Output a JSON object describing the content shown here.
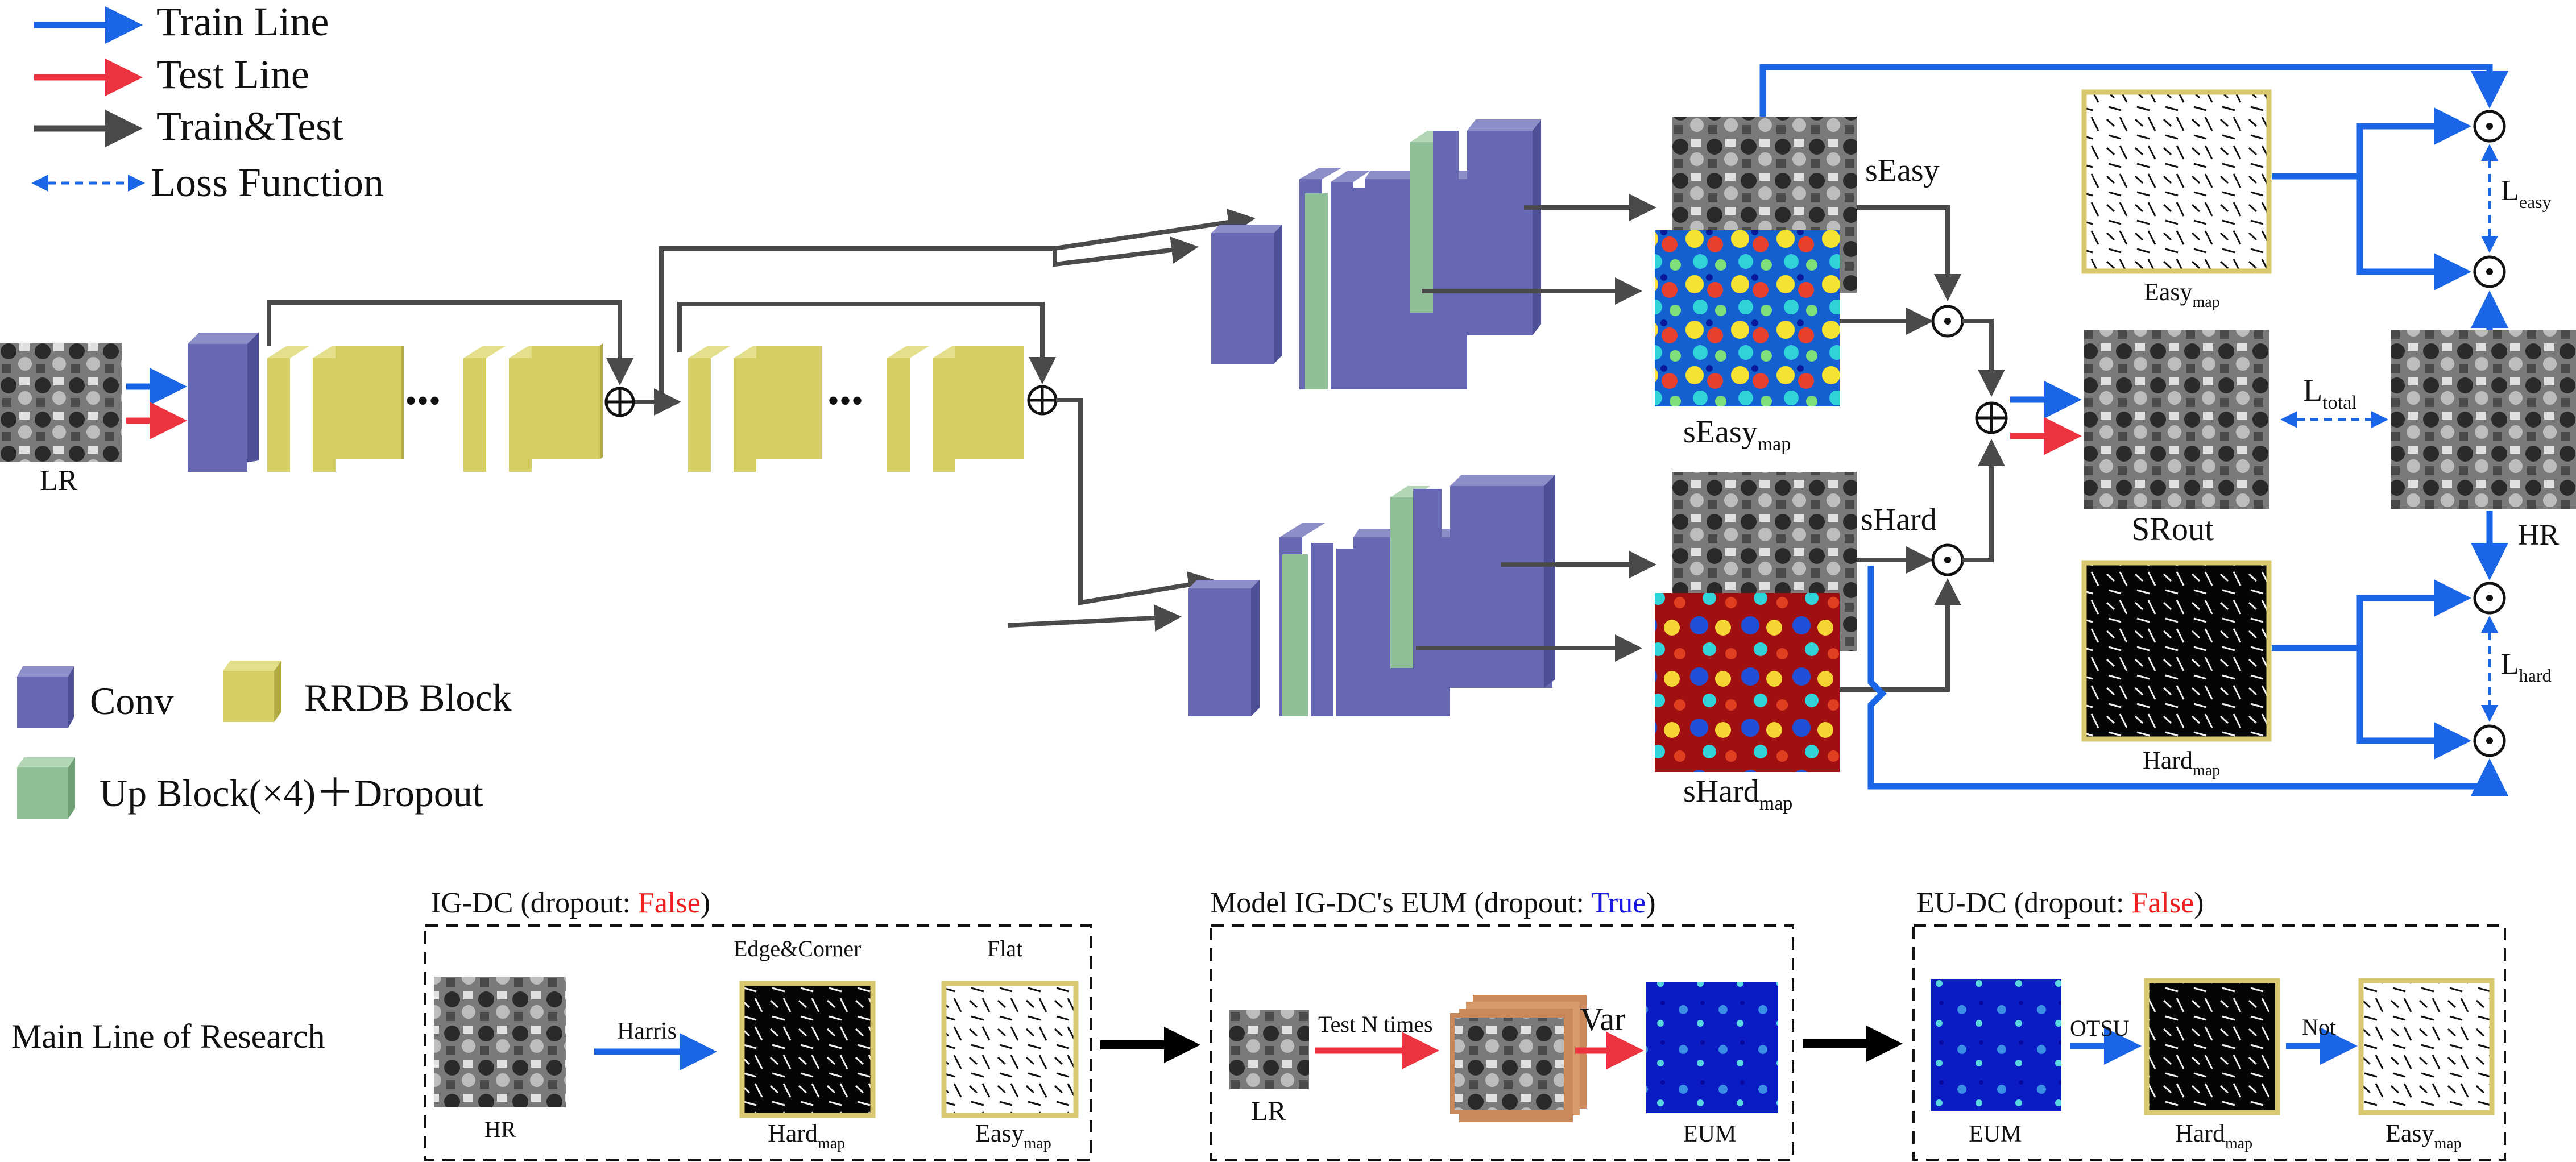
{
  "colors": {
    "train": "#1a66e6",
    "test": "#ee3340",
    "traintest": "#4a4a4a",
    "loss": "#1a66e6",
    "conv": "#6668b3",
    "rrdb": "#d4cd62",
    "upblock": "#8fbf96",
    "map_border": "#d8c870",
    "false_text": "#ee2020",
    "true_text": "#1a1ae0"
  },
  "legend": {
    "train": "Train Line",
    "test": "Test Line",
    "traintest": "Train&Test",
    "loss": "Loss Function",
    "conv": "Conv",
    "rrdb": "RRDB Block",
    "upblock": "Up Block(×4)＋Dropout"
  },
  "labels": {
    "lr": "LR",
    "seasy": "sEasy",
    "seasy_map": "sEasy",
    "seasy_map_sub": "map",
    "shard": "sHard",
    "shard_map": "sHard",
    "shard_map_sub": "map",
    "easy_map": "Easy",
    "easy_map_sub": "map",
    "hard_map": "Hard",
    "hard_map_sub": "map",
    "srout": "SRout",
    "hr": "HR",
    "l_easy": "L",
    "l_easy_sub": "easy",
    "l_total": "L",
    "l_total_sub": "total",
    "l_hard": "L",
    "l_hard_sub": "hard",
    "dots": "•••"
  },
  "research": {
    "main_label": "Main Line of Research",
    "box1": {
      "title_prefix": "IG-DC (dropout: ",
      "title_value": "False",
      "title_suffix": ")",
      "hr": "HR",
      "harris": "Harris",
      "edge_corner": "Edge&Corner",
      "flat": "Flat",
      "hard": "Hard",
      "hard_sub": "map",
      "easy": "Easy",
      "easy_sub": "map"
    },
    "box2": {
      "title_prefix": "Model IG-DC's EUM (dropout: ",
      "title_value": "True",
      "title_suffix": ")",
      "lr": "LR",
      "test_n": "Test N times",
      "var": "Var",
      "eum": "EUM"
    },
    "box3": {
      "title_prefix": "EU-DC (dropout: ",
      "title_value": "False",
      "title_suffix": ")",
      "eum": "EUM",
      "otsu": "OTSU",
      "not": "Not",
      "hard": "Hard",
      "hard_sub": "map",
      "easy": "Easy",
      "easy_sub": "map"
    }
  }
}
